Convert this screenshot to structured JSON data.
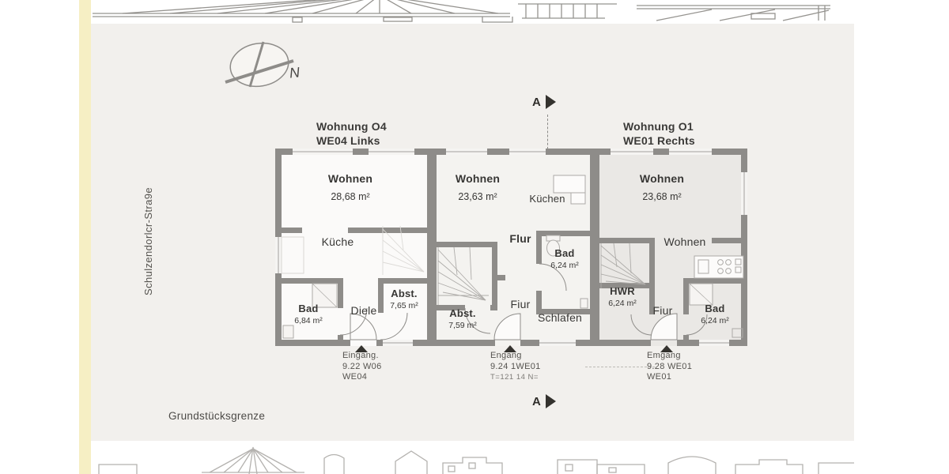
{
  "colors": {
    "page_bg": "#ffffff",
    "content_bg": "#f2f0ed",
    "accent_strip": "#f6efc4",
    "wall": "#8e8c89",
    "floor_left": "#fbfaf9",
    "floor_middle": "#f4f3f0",
    "floor_right": "#eae8e5",
    "ink": "#3b3a38",
    "marker_dark": "#34322e"
  },
  "labels": {
    "street": "Schulzendorlcr-Stra9e",
    "boundary": "Grundstücksgrenze",
    "compass": "N",
    "section_top": "A",
    "section_bottom": "A"
  },
  "unit_titles": {
    "left": {
      "line1": "Wohnung O4",
      "line2": "WE04 Links"
    },
    "right": {
      "line1": "Wohnung O1",
      "line2": "WE01 Rechts"
    }
  },
  "rooms": {
    "left_wohnen": {
      "name": "Wohnen",
      "area": "28,68 m²"
    },
    "left_kueche": {
      "name": "Küche"
    },
    "left_bad": {
      "name": "Bad",
      "area": "6,84 m²"
    },
    "left_diele": {
      "name": "Diele"
    },
    "left_abst": {
      "name": "Abst.",
      "area": "7,65 m²"
    },
    "mid_wohnen": {
      "name": "Wohnen",
      "area": "23,63 m²"
    },
    "mid_kuechen": {
      "name": "Küchen"
    },
    "mid_flur": {
      "name": "Flur"
    },
    "mid_bad": {
      "name": "Bad",
      "area": "6,24 m²"
    },
    "mid_abst": {
      "name": "Abst.",
      "area": "7,59 m²"
    },
    "mid_fiur": {
      "name": "Fiur"
    },
    "mid_schlafen": {
      "name": "Schlafen"
    },
    "right_wohnen": {
      "name": "Wohnen",
      "area": "23,68 m²"
    },
    "right_wohnen2": {
      "name": "Wohnen"
    },
    "right_hwr": {
      "name": "HWR",
      "area": "6,24 m²"
    },
    "right_fiur": {
      "name": "Fiur"
    },
    "right_bad": {
      "name": "Bad",
      "area": "6,24 m²"
    }
  },
  "entrances": {
    "left": {
      "line1": "Eingang.",
      "line2": "9.22 W06",
      "line3": "WE04"
    },
    "middle": {
      "line1": "Engang",
      "line2": "9.24 1WE01",
      "line3": "T=121 14 N="
    },
    "right": {
      "line1": "Emgang",
      "line2": "9.28 WE01",
      "line3": "WE01"
    }
  }
}
